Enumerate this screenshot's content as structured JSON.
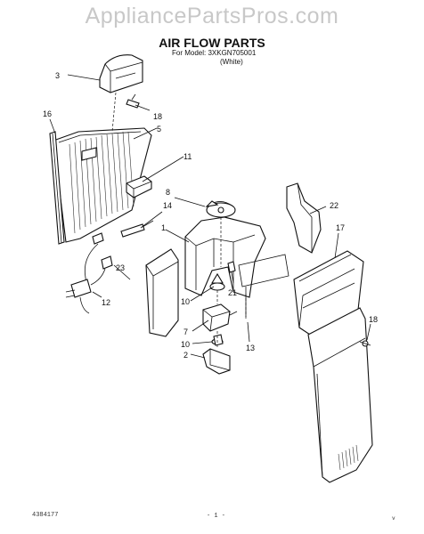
{
  "watermark": "AppliancePartsPros.com",
  "title": "AIR FLOW PARTS",
  "model_line1": "For Model: 3XKGN705001",
  "model_line2": "(White)",
  "callouts": {
    "c1": "1",
    "c2": "2",
    "c3": "3",
    "c5": "5",
    "c7": "7",
    "c8": "8",
    "c10a": "10",
    "c10b": "10",
    "c11": "11",
    "c12": "12",
    "c13": "13",
    "c14": "14",
    "c16": "16",
    "c17": "17",
    "c18a": "18",
    "c18b": "18",
    "c21": "21",
    "c22": "22",
    "c23": "23"
  },
  "footer": {
    "left": "4384177",
    "center": "- 1 -",
    "right": "v"
  }
}
